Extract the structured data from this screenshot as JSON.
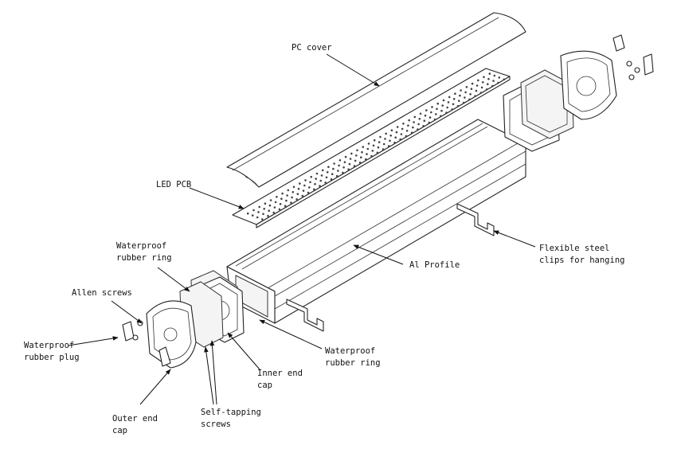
{
  "labels": {
    "pc_cover": "PC cover",
    "led_pcb": "LED PCB",
    "flexible_clips_line1": "Flexible steel",
    "flexible_clips_line2": "clips for hanging",
    "al_profile": "Al Profile",
    "waterproof_ring_left_line1": "Waterproof",
    "waterproof_ring_left_line2": "rubber ring",
    "allen_screws": "Allen screws",
    "waterproof_plug_line1": "Waterproof",
    "waterproof_plug_line2": "rubber plug",
    "waterproof_ring_right_line1": "Waterproof",
    "waterproof_ring_right_line2": "rubber ring",
    "inner_end_cap_line1": "Inner end",
    "inner_end_cap_line2": "cap",
    "self_tapping_line1": "Self-tapping",
    "self_tapping_line2": "screws",
    "outer_end_cap_line1": "Outer end",
    "outer_end_cap_line2": "cap"
  }
}
